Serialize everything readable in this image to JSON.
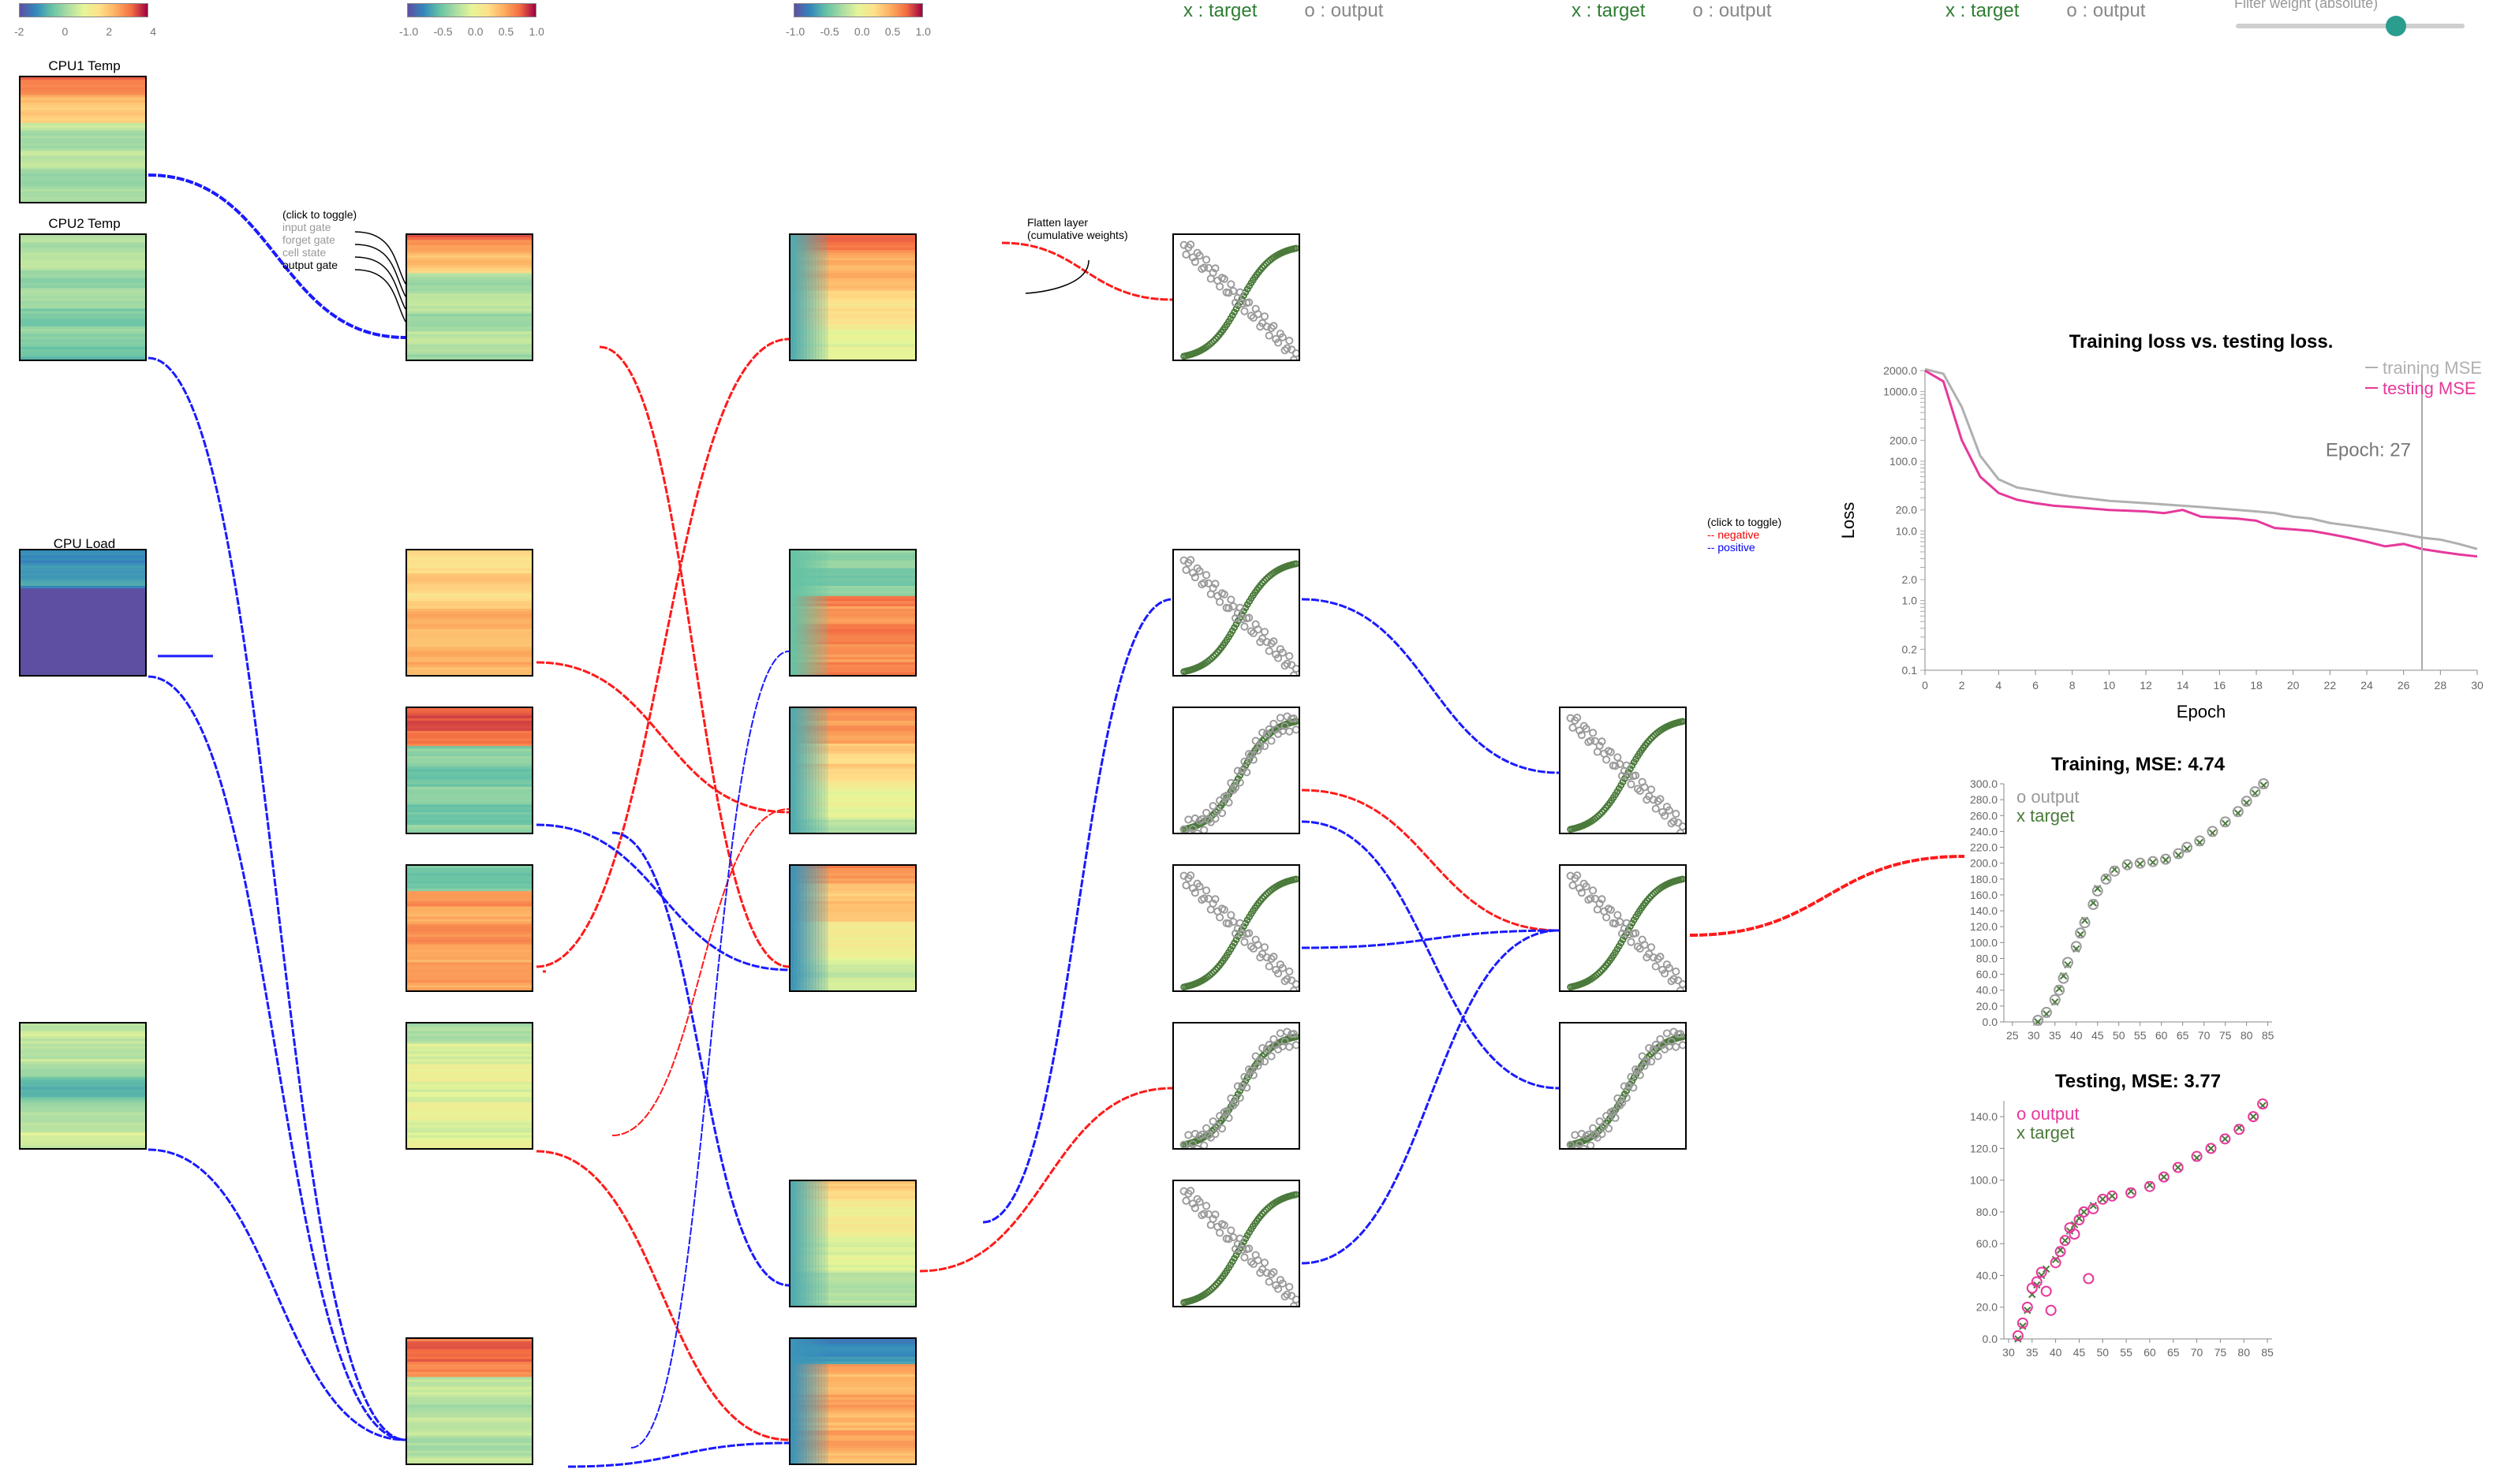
{
  "colorbars": [
    {
      "ticks": [
        "-2",
        "0",
        "2",
        "4"
      ],
      "gradient": [
        "#5e4fa2",
        "#3288bd",
        "#66c2a5",
        "#abdda4",
        "#e6f598",
        "#fee08b",
        "#fdae61",
        "#f46d43",
        "#9e0142"
      ]
    },
    {
      "ticks": [
        "-1.0",
        "-0.5",
        "0.0",
        "0.5",
        "1.0"
      ],
      "gradient": [
        "#5e4fa2",
        "#3288bd",
        "#66c2a5",
        "#abdda4",
        "#e6f598",
        "#fee08b",
        "#fdae61",
        "#f46d43",
        "#9e0142"
      ]
    },
    {
      "ticks": [
        "-1.0",
        "-0.5",
        "0.0",
        "0.5",
        "1.0"
      ],
      "gradient": [
        "#5e4fa2",
        "#3288bd",
        "#66c2a5",
        "#abdda4",
        "#e6f598",
        "#fee08b",
        "#fdae61",
        "#f46d43",
        "#9e0142"
      ]
    }
  ],
  "legend_top": {
    "target": "x : target",
    "output": "o : output"
  },
  "slider": {
    "label": "Filter weight (absolute)",
    "value": 0.7
  },
  "inputs": [
    {
      "label": "CPU1 Temp"
    },
    {
      "label": "CPU2 Temp"
    },
    {
      "label": "CPU Load"
    },
    {
      "label": ""
    }
  ],
  "lstm_toggle": {
    "header": "(click to toggle)",
    "items": [
      "input gate",
      "forget gate",
      "cell state",
      "output gate"
    ]
  },
  "flatten_note": {
    "line1": "Flatten layer",
    "line2": "(cumulative weights)"
  },
  "sign_toggle": {
    "header": "(click to toggle)",
    "negative": "-- negative",
    "positive": "-- positive"
  },
  "colors": {
    "negative": "#ff1a1a",
    "positive": "#1a1aff",
    "training": "#b0b0b0",
    "testing": "#e6399b",
    "target": "#4a7a3a",
    "accent": "#2a9d8f"
  },
  "loss_chart": {
    "title": "Training loss vs. testing loss.",
    "xlabel": "Epoch",
    "ylabel": "Loss",
    "epoch_marker_label": "Epoch: 27",
    "legend": {
      "training": "training MSE",
      "testing": "testing MSE"
    },
    "x_ticks": [
      "0",
      "2",
      "4",
      "6",
      "8",
      "10",
      "12",
      "14",
      "16",
      "18",
      "20",
      "22",
      "24",
      "26",
      "28",
      "30"
    ],
    "y_ticks": [
      "2000.0",
      "1000.0",
      "200.0",
      "100.0",
      "20.0",
      "10.0",
      "2.0",
      "1.0",
      "0.2",
      "0.1"
    ]
  },
  "train_scatter": {
    "title": "Training, MSE: 4.74",
    "legend": {
      "output": "o  output",
      "target": "x  target"
    },
    "x_ticks": [
      "25",
      "30",
      "35",
      "40",
      "45",
      "50",
      "55",
      "60",
      "65",
      "70",
      "75",
      "80",
      "85"
    ],
    "y_ticks": [
      "0.0",
      "20.0",
      "40.0",
      "60.0",
      "80.0",
      "100.0",
      "120.0",
      "140.0",
      "160.0",
      "180.0",
      "200.0",
      "220.0",
      "240.0",
      "260.0",
      "280.0",
      "300.0"
    ]
  },
  "test_scatter": {
    "title": "Testing, MSE: 3.77",
    "legend": {
      "output": "o  output",
      "target": "x  target"
    },
    "x_ticks": [
      "30",
      "35",
      "40",
      "45",
      "50",
      "55",
      "60",
      "65",
      "70",
      "75",
      "80",
      "85"
    ],
    "y_ticks": [
      "0.0",
      "20.0",
      "40.0",
      "60.0",
      "80.0",
      "100.0",
      "120.0",
      "140.0"
    ]
  },
  "chart_data": [
    {
      "type": "line",
      "title": "Training loss vs. testing loss.",
      "xlabel": "Epoch",
      "ylabel": "Loss",
      "yscale": "log",
      "xlim": [
        0,
        30
      ],
      "ylim": [
        0.1,
        2000
      ],
      "x": [
        0,
        1,
        2,
        3,
        4,
        5,
        6,
        7,
        8,
        9,
        10,
        11,
        12,
        13,
        14,
        15,
        16,
        17,
        18,
        19,
        20,
        21,
        22,
        23,
        24,
        25,
        26,
        27,
        28,
        29,
        30
      ],
      "series": [
        {
          "name": "training MSE",
          "values": [
            2100,
            1800,
            600,
            120,
            55,
            42,
            38,
            34,
            31,
            29,
            27,
            26,
            25,
            24,
            23,
            22,
            21,
            20,
            19,
            18,
            16,
            15,
            13,
            12,
            11,
            10,
            9,
            8,
            7.5,
            6.5,
            5.5
          ]
        },
        {
          "name": "testing MSE",
          "values": [
            2000,
            1400,
            200,
            60,
            35,
            28,
            25,
            23,
            22,
            21,
            20,
            19.5,
            19,
            18,
            20,
            16,
            15.5,
            15,
            14,
            11,
            10.5,
            10,
            9,
            8,
            7,
            6,
            6.5,
            5.5,
            5,
            4.6,
            4.3
          ]
        }
      ],
      "marker": {
        "epoch": 27
      },
      "legend": "top-right"
    },
    {
      "type": "scatter",
      "title": "Training, MSE: 4.74",
      "xlim": [
        23,
        86
      ],
      "ylim": [
        0,
        300
      ],
      "series": [
        {
          "name": "output",
          "points": [
            [
              31,
              2
            ],
            [
              33,
              12
            ],
            [
              35,
              28
            ],
            [
              36,
              40
            ],
            [
              37,
              55
            ],
            [
              38,
              75
            ],
            [
              40,
              95
            ],
            [
              41,
              112
            ],
            [
              42,
              125
            ],
            [
              44,
              148
            ],
            [
              45,
              165
            ],
            [
              47,
              180
            ],
            [
              49,
              190
            ],
            [
              52,
              198
            ],
            [
              55,
              200
            ],
            [
              58,
              202
            ],
            [
              61,
              205
            ],
            [
              64,
              212
            ],
            [
              66,
              220
            ],
            [
              69,
              228
            ],
            [
              72,
              240
            ],
            [
              75,
              252
            ],
            [
              78,
              265
            ],
            [
              80,
              278
            ],
            [
              82,
              290
            ],
            [
              84,
              300
            ]
          ]
        },
        {
          "name": "target",
          "points": [
            [
              31,
              0
            ],
            [
              33,
              10
            ],
            [
              35,
              25
            ],
            [
              36,
              42
            ],
            [
              37,
              58
            ],
            [
              38,
              72
            ],
            [
              40,
              92
            ],
            [
              41,
              110
            ],
            [
              42,
              128
            ],
            [
              44,
              150
            ],
            [
              45,
              168
            ],
            [
              47,
              182
            ],
            [
              49,
              192
            ],
            [
              52,
              197
            ],
            [
              55,
              199
            ],
            [
              58,
              201
            ],
            [
              61,
              204
            ],
            [
              64,
              210
            ],
            [
              66,
              218
            ],
            [
              69,
              226
            ],
            [
              72,
              238
            ],
            [
              75,
              250
            ],
            [
              78,
              263
            ],
            [
              80,
              276
            ],
            [
              82,
              288
            ],
            [
              84,
              298
            ]
          ]
        }
      ]
    },
    {
      "type": "scatter",
      "title": "Testing, MSE: 3.77",
      "xlim": [
        29,
        86
      ],
      "ylim": [
        0,
        150
      ],
      "series": [
        {
          "name": "output",
          "points": [
            [
              32,
              2
            ],
            [
              33,
              10
            ],
            [
              34,
              20
            ],
            [
              35,
              32
            ],
            [
              36,
              36
            ],
            [
              37,
              42
            ],
            [
              38,
              30
            ],
            [
              39,
              18
            ],
            [
              40,
              48
            ],
            [
              41,
              55
            ],
            [
              42,
              62
            ],
            [
              43,
              70
            ],
            [
              44,
              66
            ],
            [
              45,
              75
            ],
            [
              46,
              80
            ],
            [
              47,
              38
            ],
            [
              48,
              82
            ],
            [
              50,
              88
            ],
            [
              52,
              90
            ],
            [
              56,
              92
            ],
            [
              60,
              96
            ],
            [
              63,
              102
            ],
            [
              66,
              108
            ],
            [
              70,
              115
            ],
            [
              73,
              120
            ],
            [
              76,
              126
            ],
            [
              79,
              132
            ],
            [
              82,
              140
            ],
            [
              84,
              148
            ]
          ]
        },
        {
          "name": "target",
          "points": [
            [
              32,
              0
            ],
            [
              33,
              8
            ],
            [
              34,
              18
            ],
            [
              35,
              28
            ],
            [
              36,
              34
            ],
            [
              37,
              40
            ],
            [
              38,
              44
            ],
            [
              40,
              50
            ],
            [
              41,
              56
            ],
            [
              42,
              62
            ],
            [
              43,
              68
            ],
            [
              44,
              72
            ],
            [
              45,
              76
            ],
            [
              46,
              80
            ],
            [
              48,
              84
            ],
            [
              50,
              88
            ],
            [
              52,
              90
            ],
            [
              56,
              93
            ],
            [
              60,
              97
            ],
            [
              63,
              102
            ],
            [
              66,
              108
            ],
            [
              70,
              114
            ],
            [
              73,
              120
            ],
            [
              76,
              126
            ],
            [
              79,
              133
            ],
            [
              82,
              140
            ],
            [
              84,
              147
            ]
          ]
        }
      ]
    }
  ]
}
